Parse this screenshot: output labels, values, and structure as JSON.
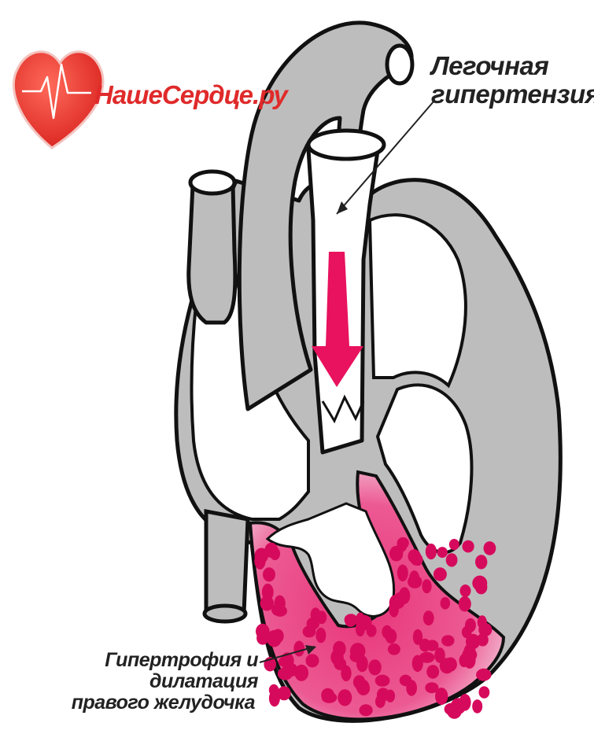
{
  "logo": {
    "text": "НашеСердце.ру",
    "color": "#e02a2a"
  },
  "labels": {
    "pulmonary_hypertension": [
      "Легочная",
      "гипертензия"
    ],
    "rv_hypertrophy": [
      "Гипертрофия и дилатация",
      "правого желудочка"
    ]
  },
  "colors": {
    "outline": "#111111",
    "wall": "#bdbdbd",
    "flow_arrow": "#e8125e",
    "hypertrophy": "#e8357a",
    "dots": "#d60a5c"
  }
}
